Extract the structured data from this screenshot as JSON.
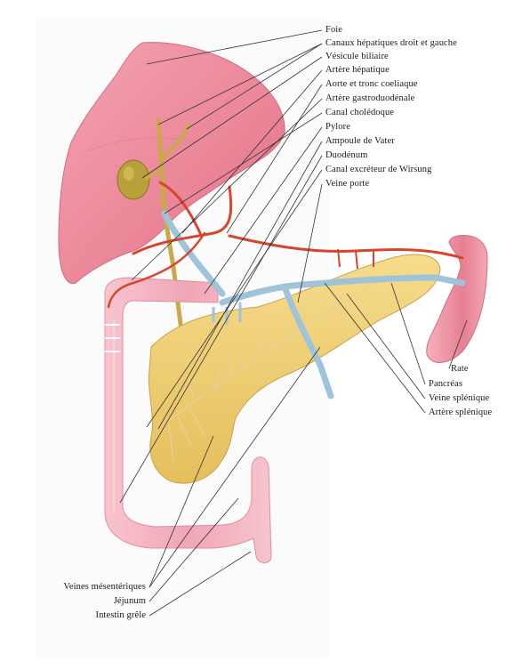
{
  "labels": {
    "top": [
      "Foie",
      "Canaux hépatiques droit et gauche",
      "Vésicule biliaire",
      "Artère hépatique",
      "Aorte et tronc coeliaque",
      "Artère gastroduodénale",
      "Canal cholédoque",
      "Pylore",
      "Ampoule de Vater",
      "Duodénum",
      "Canal excréteur de Wirsung",
      "Veine porte"
    ],
    "right": [
      "Rate",
      "Pancréas",
      "Veine splénique",
      "Artère splénique"
    ],
    "bottom_left": [
      "Veines mésentériques",
      "Jéjunum",
      "Intestin grêle"
    ]
  },
  "colors": {
    "liver": "#ef8fa0",
    "intestine": "#f3aab8",
    "pancreas": "#f0d27a",
    "artery": "#d9452c",
    "vein": "#9fc4d9",
    "bile": "#c9a94a",
    "leader": "#333333"
  }
}
